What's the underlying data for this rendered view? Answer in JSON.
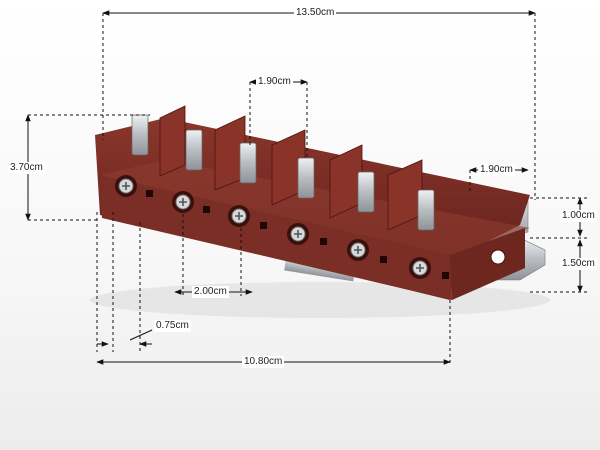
{
  "dimensions": {
    "overall_width": "13.50cm",
    "terminal_pitch_top": "1.90cm",
    "overall_height": "3.70cm",
    "bracket_width": "1.90cm",
    "bracket_height_upper": "1.00cm",
    "bracket_height_lower": "1.50cm",
    "screw_pitch": "2.00cm",
    "base_offset": "0.75cm",
    "base_length": "10.80cm"
  },
  "colors": {
    "housing": "#7a2e26",
    "housing_dark": "#5a1c16",
    "metal": "#c9ccd0",
    "dim_line": "#111111"
  }
}
